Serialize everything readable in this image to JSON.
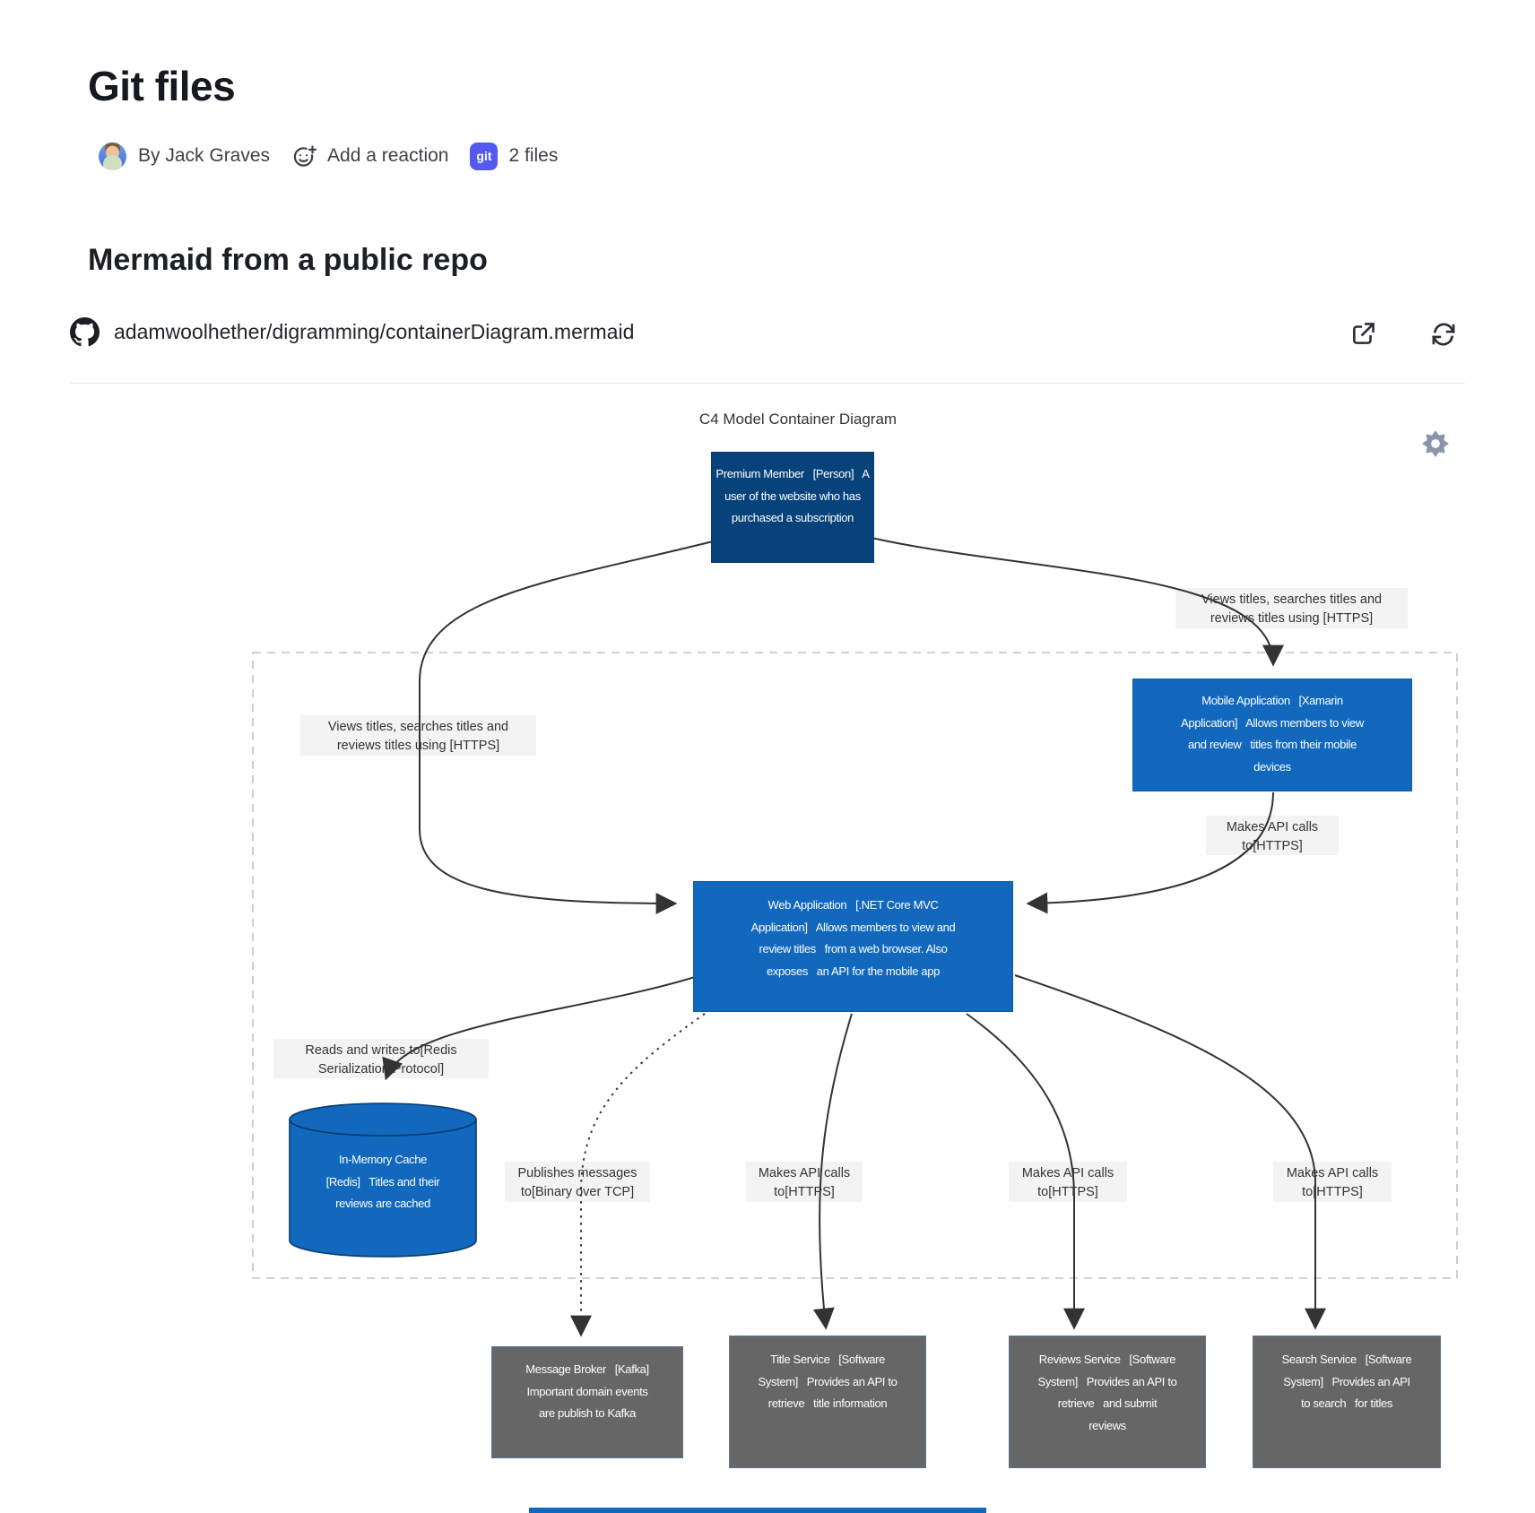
{
  "header": {
    "page_title": "Git files",
    "author": "By Jack Graves",
    "add_reaction_label": "Add a reaction",
    "file_badge": "git",
    "file_count": "2 files",
    "section_title": "Mermaid from a public repo",
    "repo_path": "adamwoolhether/digramming/containerDiagram.mermaid"
  },
  "diagram": {
    "title": "C4 Model Container Diagram",
    "colors": {
      "person_fill": "#08427B",
      "container_fill": "#1168BD",
      "external_system_fill": "#666666",
      "external_system_border": "#5d7294",
      "edge": "#333333",
      "edge_label_bg": "#f3f3f3",
      "boundary_dash": "#bfc2c9",
      "badge": "#545af0"
    },
    "nodes": {
      "premium_member": [
        "Premium Member   [Person]   A",
        "user of the website who has",
        "purchased a subscription"
      ],
      "mobile_app": [
        "Mobile Application   [Xamarin",
        "Application]   Allows members to view",
        "and review   titles from their mobile",
        "devices"
      ],
      "web_app": [
        "Web Application   [.NET Core MVC",
        "Application]   Allows members to view and",
        "review titles   from a web browser. Also",
        "exposes   an API for the mobile app"
      ],
      "cache": [
        "In-Memory Cache",
        "[Redis]   Titles and their",
        "reviews are cached"
      ],
      "kafka": [
        "Message Broker   [Kafka]",
        "Important domain events",
        "are publish to Kafka"
      ],
      "title_service": [
        "Title Service   [Software",
        "System]   Provides an API to",
        "retrieve   title information"
      ],
      "reviews_service": [
        "Reviews Service   [Software",
        "System]   Provides an API to",
        "retrieve   and submit",
        "reviews"
      ],
      "search_service": [
        "Search Service   [Software",
        "System]   Provides an API",
        "to search   for titles"
      ]
    },
    "edge_labels": {
      "person_web": [
        "Views titles, searches titles and",
        "reviews titles using [HTTPS]"
      ],
      "person_mobile": [
        "Views titles, searches titles and",
        "reviews titles using [HTTPS]"
      ],
      "mobile_web": [
        "Makes API calls",
        "to[HTTPS]"
      ],
      "web_cache": [
        "Reads and writes to[Redis",
        "Serialization Protocol]"
      ],
      "web_kafka": [
        "Publishes messages",
        "to[Binary over TCP]"
      ],
      "web_title": [
        "Makes API calls",
        "to[HTTPS]"
      ],
      "web_reviews": [
        "Makes API calls",
        "to[HTTPS]"
      ],
      "web_search": [
        "Makes API calls",
        "to[HTTPS]"
      ]
    }
  }
}
